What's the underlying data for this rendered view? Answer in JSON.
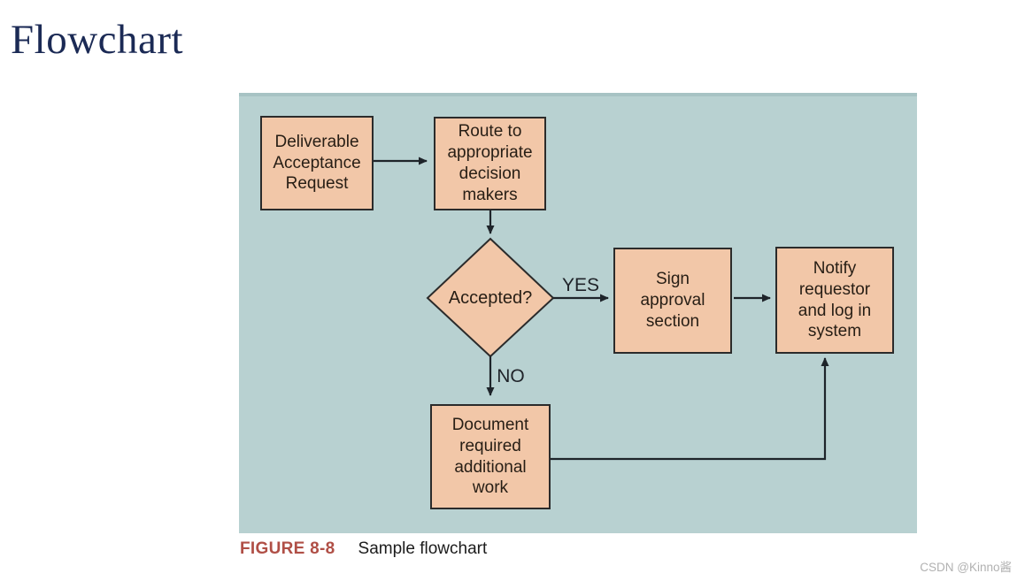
{
  "slide": {
    "title": "Flowchart",
    "caption": {
      "figure_label": "FIGURE 8-8",
      "figure_text": "Sample flowchart"
    },
    "watermark": "CSDN @Kinno酱"
  },
  "flowchart": {
    "nodes": {
      "deliverable": "Deliverable\nAcceptance\nRequest",
      "route": "Route to\nappropriate\ndecision\nmakers",
      "accepted": "Accepted?",
      "sign": "Sign\napproval\nsection",
      "notify": "Notify\nrequestor\nand log in\nsystem",
      "document": "Document\nrequired\nadditional\nwork"
    },
    "edge_labels": {
      "yes": "YES",
      "no": "NO"
    }
  },
  "colors": {
    "panel_background": "#b8d1d1",
    "node_fill": "#f2c7a8",
    "node_border": "#2b2b2b",
    "node_text": "#271e15",
    "title_text": "#1b2a55",
    "figure_label": "#b04f46",
    "connector": "#1e242a",
    "watermark": "#b1b1b1"
  }
}
